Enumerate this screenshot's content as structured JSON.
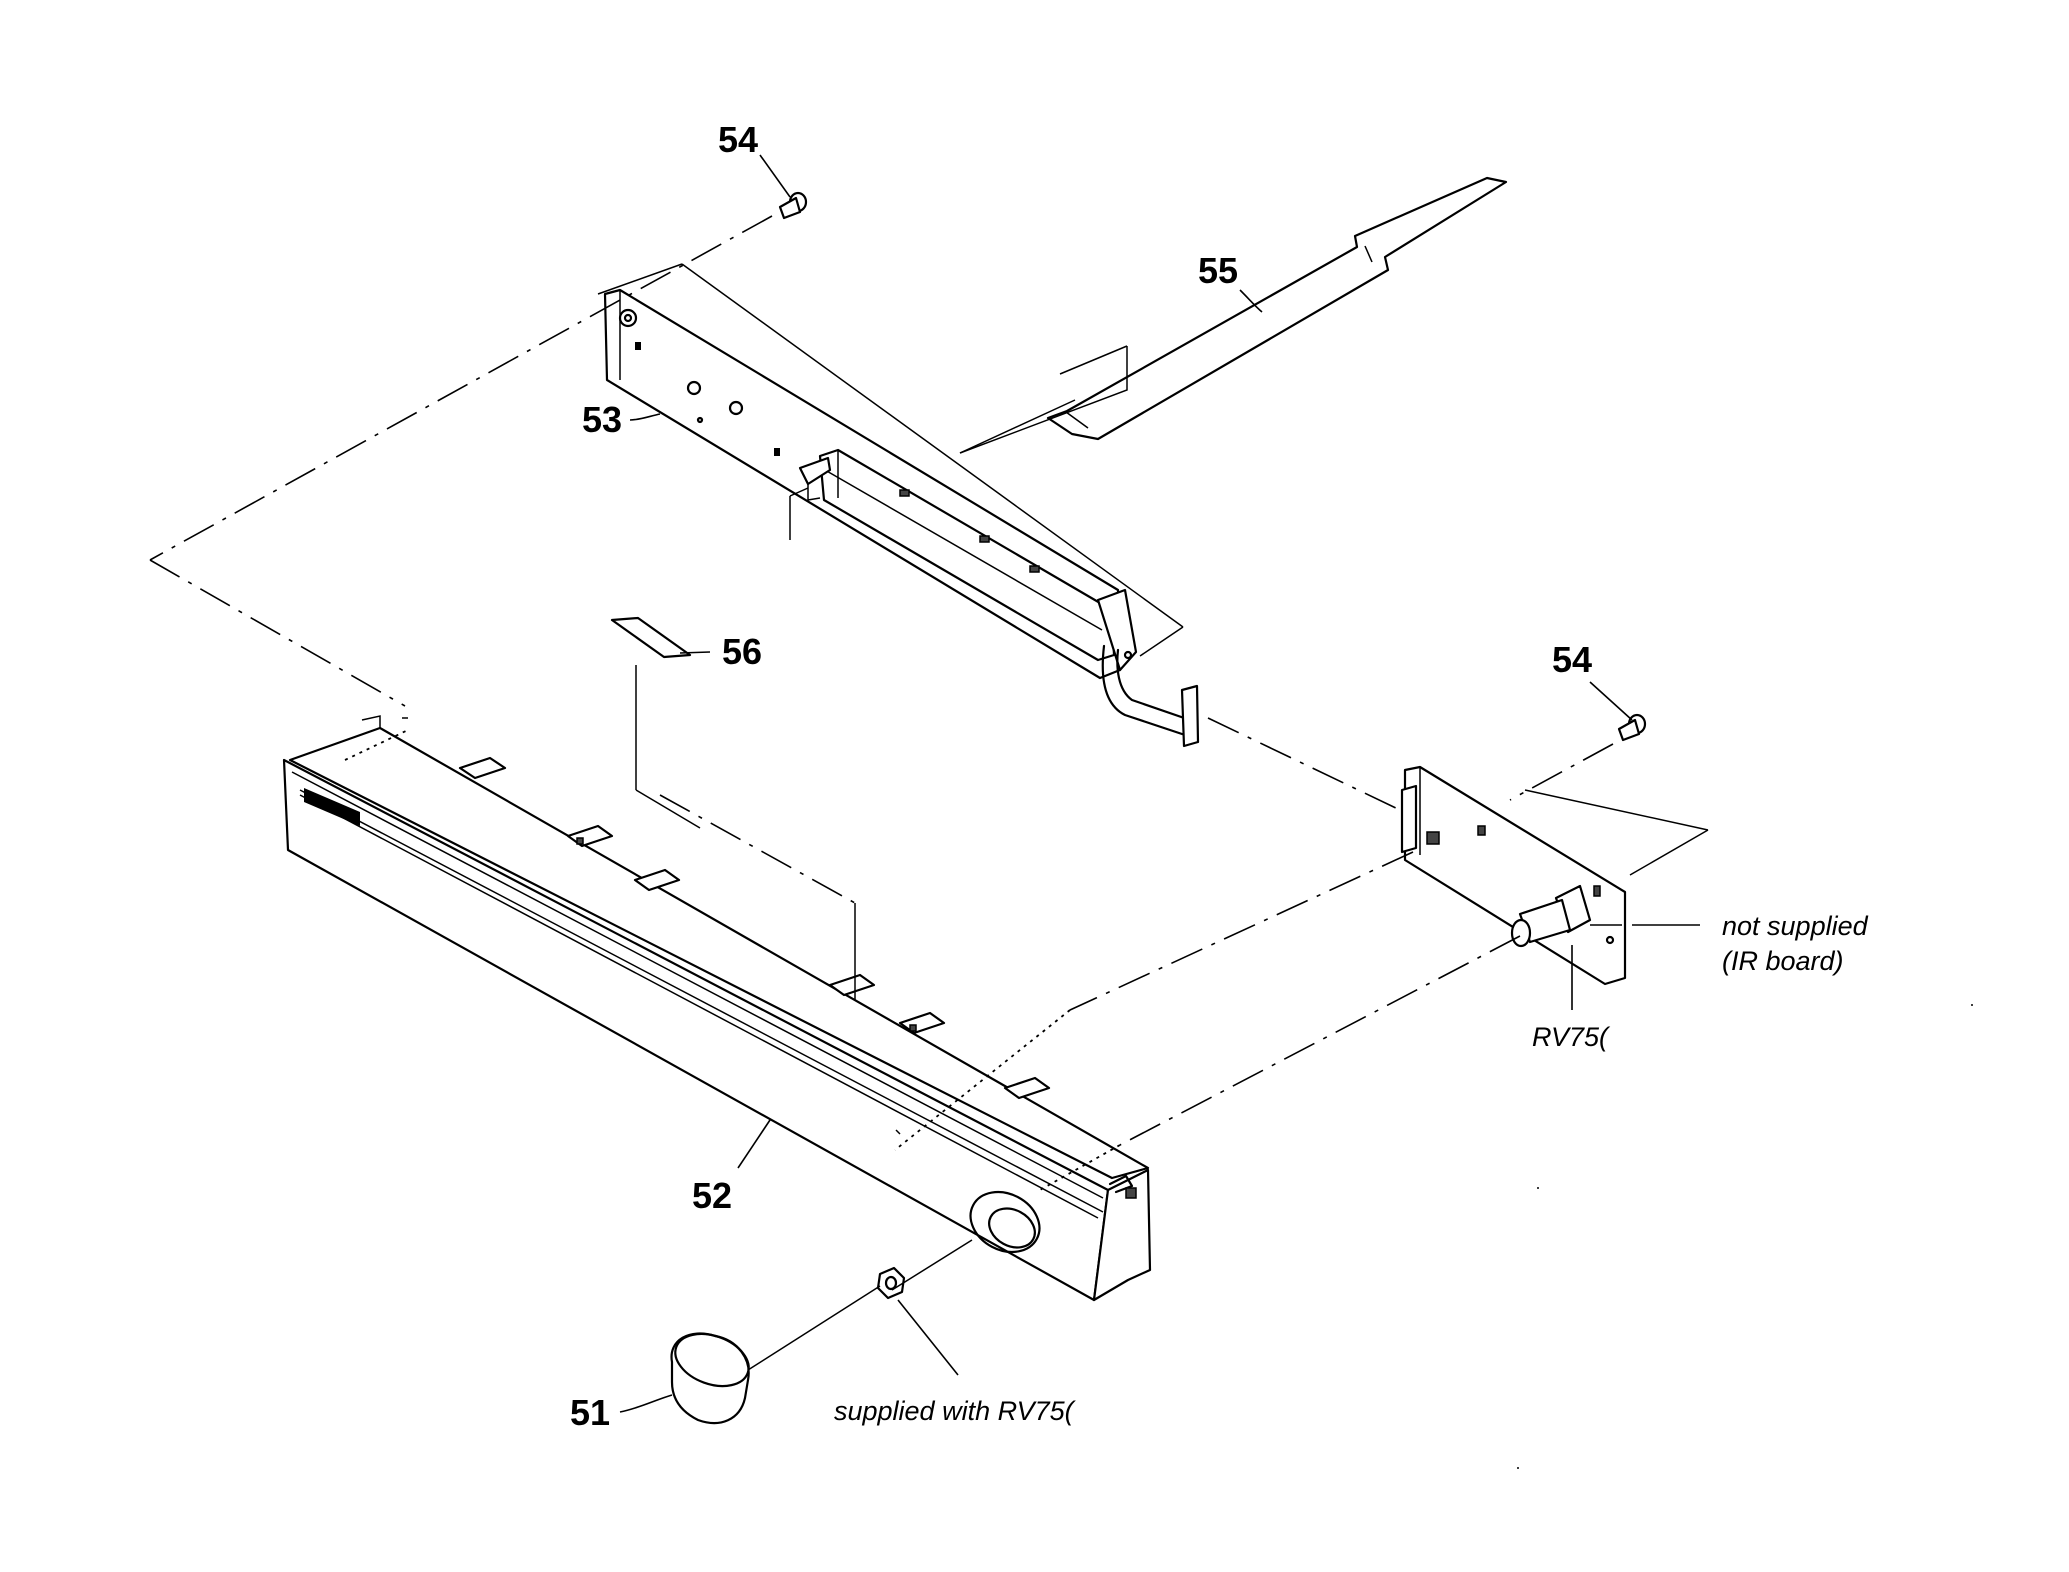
{
  "labels": {
    "p51": "51",
    "p52": "52",
    "p53": "53",
    "p54_top": "54",
    "p54_right": "54",
    "p55": "55",
    "p56": "56"
  },
  "notes": {
    "not_supplied_line1": "not supplied",
    "not_supplied_line2": "(IR board)",
    "rv_ref": "RV75(",
    "supplied_with": "supplied with RV75("
  }
}
